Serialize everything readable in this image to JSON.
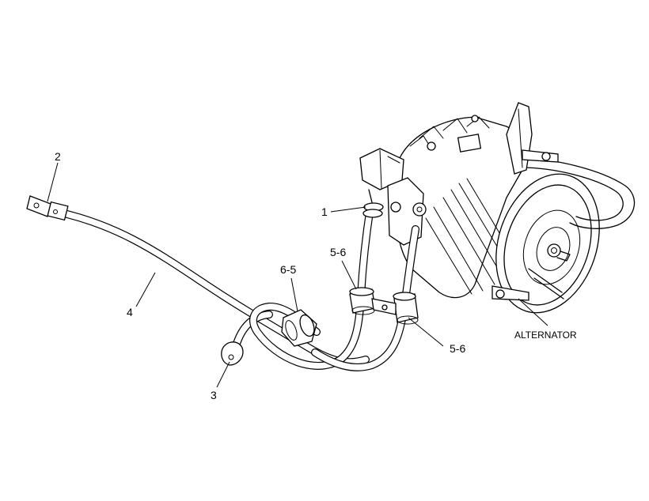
{
  "callouts": {
    "c1": "1",
    "c2": "2",
    "c3": "3",
    "c4": "4",
    "c56_top": "5-6",
    "c56_bottom": "5-6",
    "c65": "6-5",
    "alternator": "ALTERNATOR"
  }
}
